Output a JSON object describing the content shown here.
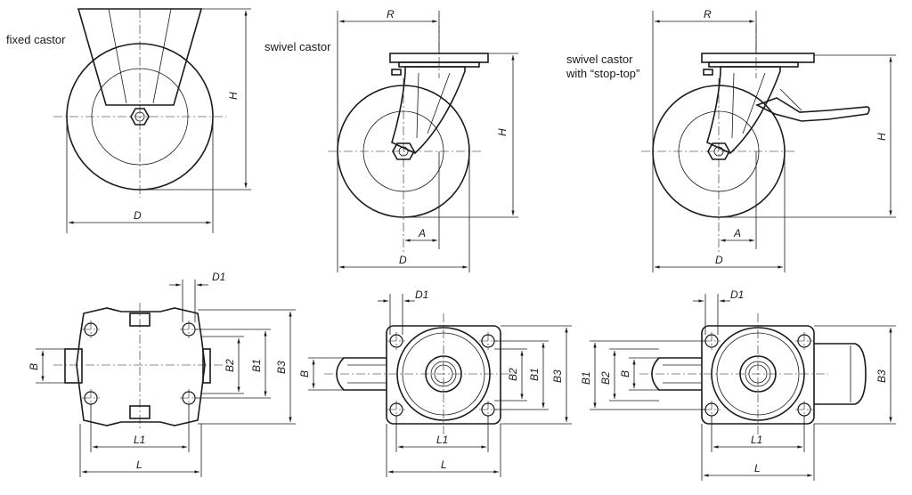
{
  "captions": {
    "fixed": "fixed castor",
    "swivel": "swivel castor",
    "stop_top_line1": "swivel castor",
    "stop_top_line2": "with “stop-top”"
  },
  "dims": {
    "H": "H",
    "D": "D",
    "R": "R",
    "A": "A",
    "D1": "D1",
    "B": "B",
    "B1": "B1",
    "B2": "B2",
    "B3": "B3",
    "L": "L",
    "L1": "L1"
  }
}
